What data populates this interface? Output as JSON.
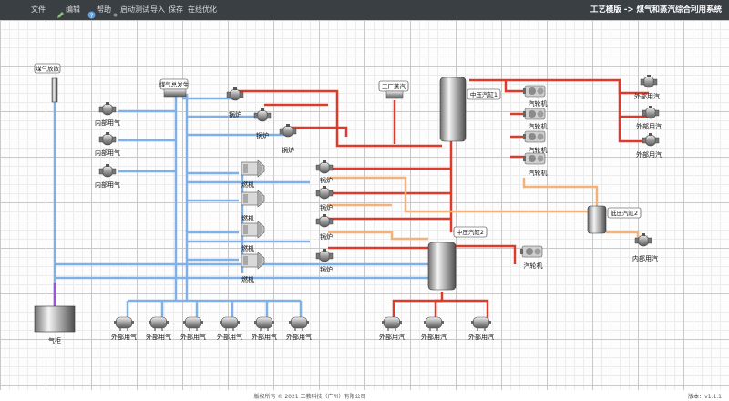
{
  "menu": {
    "file": "文件",
    "edit": "编辑",
    "help": "帮助",
    "start_test": "启动测试",
    "import": "导入",
    "save": "保存",
    "optimize": "在线优化"
  },
  "app_title": "工艺模版 -> 煤气和蒸汽综合利用系统",
  "labels": {
    "gas_release": "煤气放散",
    "gas_main": "煤气总发生",
    "plant_steam": "工厂蒸汽",
    "mp_header1": "中压汽缸1",
    "mp_header2": "中压汽缸2",
    "lp_header2": "低压汽缸2",
    "internal_gas": "内部用气",
    "boiler": "锅炉",
    "gas_engine": "燃机",
    "turbine": "汽轮机",
    "external_gas": "外部用气",
    "external_steam": "外部用汽",
    "internal_steam": "内部用汽",
    "gas_holder": "气柜"
  },
  "footer": {
    "copyright": "版权所有 © 2021 工教科技（广州）有限公司",
    "version": "版本：v1.1.1"
  },
  "colors": {
    "gas_line": "#7fb0ea",
    "steam_hp": "#e03a2a",
    "steam_lp": "#f2b27a",
    "holder_line": "#a24fe0",
    "topbar": "#3a3f44"
  }
}
